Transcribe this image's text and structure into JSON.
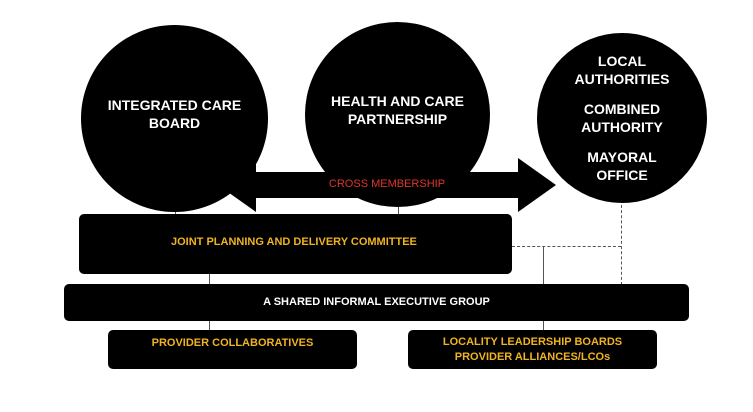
{
  "circles": {
    "icb": "INTEGRATED CARE BOARD",
    "hcp": "HEALTH AND CARE PARTNERSHIP",
    "la": [
      "LOCAL AUTHORITIES",
      "COMBINED AUTHORITY",
      "MAYORAL OFFICE"
    ]
  },
  "arrow_label": "CROSS MEMBERSHIP",
  "boxes": {
    "jpdc": "JOINT PLANNING AND DELIVERY COMMITTEE",
    "executive": "A SHARED INFORMAL EXECUTIVE GROUP",
    "provider": "PROVIDER COLLABORATIVES",
    "locality": [
      "LOCALITY LEADERSHIP BOARDS",
      "PROVIDER ALLIANCES/LCOs"
    ]
  },
  "colors": {
    "accent_yellow": "#f0b323",
    "arrow_text": "#e0352b"
  }
}
